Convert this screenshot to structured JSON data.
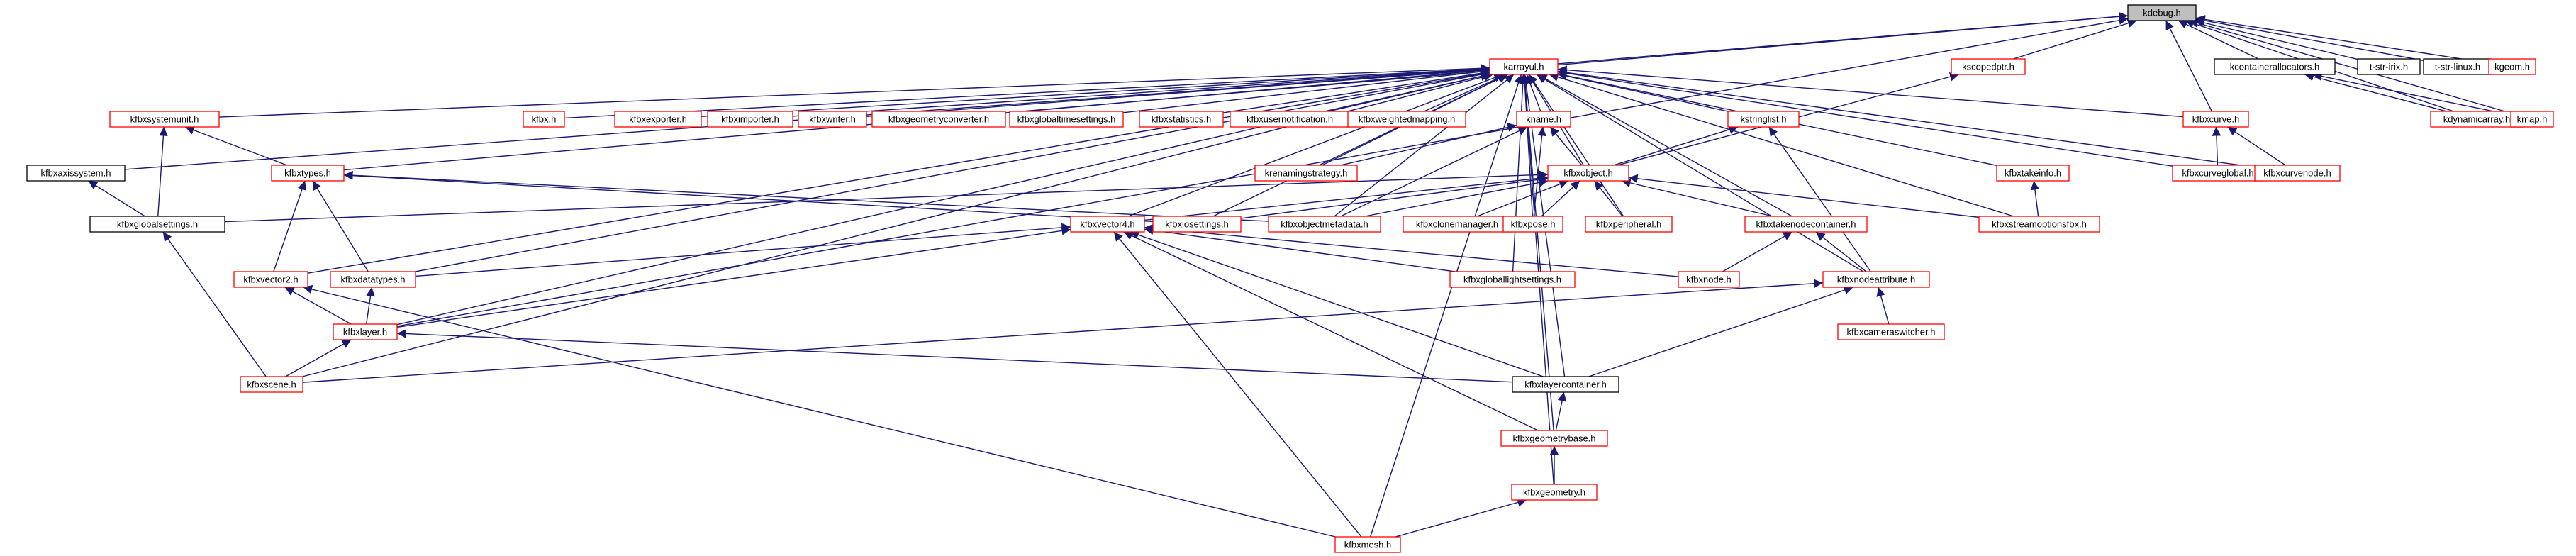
{
  "graph": {
    "colors": {
      "edge": "#191970",
      "root_fill": "#bfbfbf",
      "red_border": "#ff0000",
      "black_border": "#000000",
      "text": "#000000"
    },
    "nodes": [
      {
        "id": "kdebug",
        "label": "kdebug.h",
        "style": "root"
      },
      {
        "id": "karrayul",
        "label": "karrayul.h",
        "style": "red"
      },
      {
        "id": "kscopedptr",
        "label": "kscopedptr.h",
        "style": "red"
      },
      {
        "id": "kcontainerallocators",
        "label": "kcontainerallocators.h",
        "style": "black"
      },
      {
        "id": "tstririx",
        "label": "t-str-irix.h",
        "style": "black"
      },
      {
        "id": "tstrlinux",
        "label": "t-str-linux.h",
        "style": "black"
      },
      {
        "id": "kgeom",
        "label": "kgeom.h",
        "style": "red"
      },
      {
        "id": "kfbxsystemunit",
        "label": "kfbxsystemunit.h",
        "style": "red"
      },
      {
        "id": "kfbx",
        "label": "kfbx.h",
        "style": "red"
      },
      {
        "id": "kfbxexporter",
        "label": "kfbxexporter.h",
        "style": "red"
      },
      {
        "id": "kfbximporter",
        "label": "kfbximporter.h",
        "style": "red"
      },
      {
        "id": "kfbxwriter",
        "label": "kfbxwriter.h",
        "style": "red"
      },
      {
        "id": "kfbxgeometryconverter",
        "label": "kfbxgeometryconverter.h",
        "style": "red"
      },
      {
        "id": "kfbxglobaltimesettings",
        "label": "kfbxglobaltimesettings.h",
        "style": "red"
      },
      {
        "id": "kfbxstatistics",
        "label": "kfbxstatistics.h",
        "style": "red"
      },
      {
        "id": "kfbxusernotification",
        "label": "kfbxusernotification.h",
        "style": "red"
      },
      {
        "id": "kfbxweightedmapping",
        "label": "kfbxweightedmapping.h",
        "style": "red"
      },
      {
        "id": "kname",
        "label": "kname.h",
        "style": "red"
      },
      {
        "id": "kstringlist",
        "label": "kstringlist.h",
        "style": "red"
      },
      {
        "id": "kfbxcurve",
        "label": "kfbxcurve.h",
        "style": "red"
      },
      {
        "id": "kdynamicarray",
        "label": "kdynamicarray.h",
        "style": "red"
      },
      {
        "id": "kmap",
        "label": "kmap.h",
        "style": "red"
      },
      {
        "id": "kfbxaxissystem",
        "label": "kfbxaxissystem.h",
        "style": "black"
      },
      {
        "id": "kfbxtypes",
        "label": "kfbxtypes.h",
        "style": "red"
      },
      {
        "id": "krenamingstrategy",
        "label": "krenamingstrategy.h",
        "style": "red"
      },
      {
        "id": "kfbxobject",
        "label": "kfbxobject.h",
        "style": "red"
      },
      {
        "id": "kfbxtakeinfo",
        "label": "kfbxtakeinfo.h",
        "style": "red"
      },
      {
        "id": "kfbxcurveglobal",
        "label": "kfbxcurveglobal.h",
        "style": "red"
      },
      {
        "id": "kfbxcurvenode",
        "label": "kfbxcurvenode.h",
        "style": "red"
      },
      {
        "id": "kfbxglobalsettings",
        "label": "kfbxglobalsettings.h",
        "style": "black"
      },
      {
        "id": "kfbxvector4",
        "label": "kfbxvector4.h",
        "style": "red"
      },
      {
        "id": "kfbxiosettings",
        "label": "kfbxiosettings.h",
        "style": "red"
      },
      {
        "id": "kfbxobjectmetadata",
        "label": "kfbxobjectmetadata.h",
        "style": "red"
      },
      {
        "id": "kfbxclonemanager",
        "label": "kfbxclonemanager.h",
        "style": "red"
      },
      {
        "id": "kfbxpose",
        "label": "kfbxpose.h",
        "style": "red"
      },
      {
        "id": "kfbxperipheral",
        "label": "kfbxperipheral.h",
        "style": "red"
      },
      {
        "id": "kfbxtakenodecontainer",
        "label": "kfbxtakenodecontainer.h",
        "style": "red"
      },
      {
        "id": "kfbxstreamoptionsfbx",
        "label": "kfbxstreamoptionsfbx.h",
        "style": "red"
      },
      {
        "id": "kfbxvector2",
        "label": "kfbxvector2.h",
        "style": "red"
      },
      {
        "id": "kfbxdatatypes",
        "label": "kfbxdatatypes.h",
        "style": "red"
      },
      {
        "id": "kfbxgloballightsettings",
        "label": "kfbxgloballightsettings.h",
        "style": "red"
      },
      {
        "id": "kfbxnode",
        "label": "kfbxnode.h",
        "style": "red"
      },
      {
        "id": "kfbxnodeattribute",
        "label": "kfbxnodeattribute.h",
        "style": "red"
      },
      {
        "id": "kfbxlayer",
        "label": "kfbxlayer.h",
        "style": "red"
      },
      {
        "id": "kfbxcameraswitcher",
        "label": "kfbxcameraswitcher.h",
        "style": "red"
      },
      {
        "id": "kfbxscene",
        "label": "kfbxscene.h",
        "style": "red"
      },
      {
        "id": "kfbxlayercontainer",
        "label": "kfbxlayercontainer.h",
        "style": "black"
      },
      {
        "id": "kfbxgeometrybase",
        "label": "kfbxgeometrybase.h",
        "style": "red"
      },
      {
        "id": "kfbxgeometry",
        "label": "kfbxgeometry.h",
        "style": "red"
      },
      {
        "id": "kfbxmesh",
        "label": "kfbxmesh.h",
        "style": "red"
      }
    ],
    "edges": [
      [
        "kdebug",
        "karrayul"
      ],
      [
        "kdebug",
        "kscopedptr"
      ],
      [
        "kdebug",
        "kcontainerallocators"
      ],
      [
        "kdebug",
        "tstririx"
      ],
      [
        "kdebug",
        "tstrlinux"
      ],
      [
        "kdebug",
        "kgeom"
      ],
      [
        "kdebug",
        "kdynamicarray"
      ],
      [
        "kdebug",
        "kmap"
      ],
      [
        "kdebug",
        "kfbxcurve"
      ],
      [
        "kdebug",
        "kfbxtypes"
      ],
      [
        "kdebug",
        "kfbxlayer"
      ],
      [
        "karrayul",
        "kfbx"
      ],
      [
        "karrayul",
        "kfbxexporter"
      ],
      [
        "karrayul",
        "kfbximporter"
      ],
      [
        "karrayul",
        "kfbxwriter"
      ],
      [
        "karrayul",
        "kfbxgeometryconverter"
      ],
      [
        "karrayul",
        "kfbxglobaltimesettings"
      ],
      [
        "karrayul",
        "kfbxstatistics"
      ],
      [
        "karrayul",
        "kfbxusernotification"
      ],
      [
        "karrayul",
        "kfbxweightedmapping"
      ],
      [
        "karrayul",
        "kname"
      ],
      [
        "karrayul",
        "kstringlist"
      ],
      [
        "karrayul",
        "kfbxsystemunit"
      ],
      [
        "karrayul",
        "kfbxaxissystem"
      ],
      [
        "karrayul",
        "kfbxobject"
      ],
      [
        "karrayul",
        "kfbxvector4"
      ],
      [
        "karrayul",
        "kfbxiosettings"
      ],
      [
        "karrayul",
        "kfbxobjectmetadata"
      ],
      [
        "karrayul",
        "kfbxpose"
      ],
      [
        "karrayul",
        "kfbxperipheral"
      ],
      [
        "karrayul",
        "kfbxtakenodecontainer"
      ],
      [
        "karrayul",
        "kfbxtakeinfo"
      ],
      [
        "karrayul",
        "kfbxstreamoptionsfbx"
      ],
      [
        "karrayul",
        "kfbxcurve"
      ],
      [
        "karrayul",
        "kfbxcurvenode"
      ],
      [
        "karrayul",
        "kfbxcurveglobal"
      ],
      [
        "karrayul",
        "krenamingstrategy"
      ],
      [
        "karrayul",
        "kfbxdatatypes"
      ],
      [
        "karrayul",
        "kfbxscene"
      ],
      [
        "karrayul",
        "kfbxvector2"
      ],
      [
        "karrayul",
        "kfbxlayer"
      ],
      [
        "karrayul",
        "kfbxgloballightsettings"
      ],
      [
        "karrayul",
        "kfbxnodeattribute"
      ],
      [
        "karrayul",
        "kfbxlayercontainer"
      ],
      [
        "karrayul",
        "kfbxgeometrybase"
      ],
      [
        "karrayul",
        "kfbxgeometry"
      ],
      [
        "karrayul",
        "kfbxmesh"
      ],
      [
        "kscopedptr",
        "kfbxobject"
      ],
      [
        "kcontainerallocators",
        "kdynamicarray"
      ],
      [
        "kcontainerallocators",
        "kmap"
      ],
      [
        "kname",
        "krenamingstrategy"
      ],
      [
        "kname",
        "kfbxobject"
      ],
      [
        "kname",
        "kfbxobjectmetadata"
      ],
      [
        "kname",
        "kfbxpose"
      ],
      [
        "kstringlist",
        "kfbxobject"
      ],
      [
        "kstringlist",
        "kfbxnodeattribute"
      ],
      [
        "kfbxcurve",
        "kfbxcurveglobal"
      ],
      [
        "kfbxcurve",
        "kfbxcurvenode"
      ],
      [
        "kfbxsystemunit",
        "kfbxtypes"
      ],
      [
        "kfbxsystemunit",
        "kfbxglobalsettings"
      ],
      [
        "kfbxaxissystem",
        "kfbxglobalsettings"
      ],
      [
        "kfbxtypes",
        "kfbxvector2"
      ],
      [
        "kfbxtypes",
        "kfbxdatatypes"
      ],
      [
        "kfbxtypes",
        "kfbxiosettings"
      ],
      [
        "kfbxtypes",
        "kfbxobjectmetadata"
      ],
      [
        "kfbxobject",
        "kfbxglobalsettings"
      ],
      [
        "kfbxobject",
        "kfbxvector4"
      ],
      [
        "kfbxobject",
        "kfbxiosettings"
      ],
      [
        "kfbxobject",
        "kfbxobjectmetadata"
      ],
      [
        "kfbxobject",
        "kfbxclonemanager"
      ],
      [
        "kfbxobject",
        "kfbxpose"
      ],
      [
        "kfbxobject",
        "kfbxperipheral"
      ],
      [
        "kfbxobject",
        "kfbxtakenodecontainer"
      ],
      [
        "kfbxobject",
        "kfbxstreamoptionsfbx"
      ],
      [
        "kfbxtakeinfo",
        "kfbxstreamoptionsfbx"
      ],
      [
        "kfbxglobalsettings",
        "kfbxscene"
      ],
      [
        "kfbxvector4",
        "kfbxdatatypes"
      ],
      [
        "kfbxvector4",
        "kfbxlayer"
      ],
      [
        "kfbxvector4",
        "kfbxgloballightsettings"
      ],
      [
        "kfbxvector4",
        "kfbxnode"
      ],
      [
        "kfbxvector4",
        "kfbxlayercontainer"
      ],
      [
        "kfbxvector4",
        "kfbxgeometrybase"
      ],
      [
        "kfbxvector4",
        "kfbxmesh"
      ],
      [
        "kfbxtakenodecontainer",
        "kfbxnode"
      ],
      [
        "kfbxtakenodecontainer",
        "kfbxnodeattribute"
      ],
      [
        "kfbxvector2",
        "kfbxlayer"
      ],
      [
        "kfbxvector2",
        "kfbxmesh"
      ],
      [
        "kfbxdatatypes",
        "kfbxlayer"
      ],
      [
        "kfbxnodeattribute",
        "kfbxcameraswitcher"
      ],
      [
        "kfbxnodeattribute",
        "kfbxlayercontainer"
      ],
      [
        "kfbxnodeattribute",
        "kfbxscene"
      ],
      [
        "kfbxlayer",
        "kfbxscene"
      ],
      [
        "kfbxlayer",
        "kfbxlayercontainer"
      ],
      [
        "kfbxlayercontainer",
        "kfbxgeometrybase"
      ],
      [
        "kfbxgeometrybase",
        "kfbxgeometry"
      ],
      [
        "kfbxgeometry",
        "kfbxmesh"
      ]
    ]
  }
}
